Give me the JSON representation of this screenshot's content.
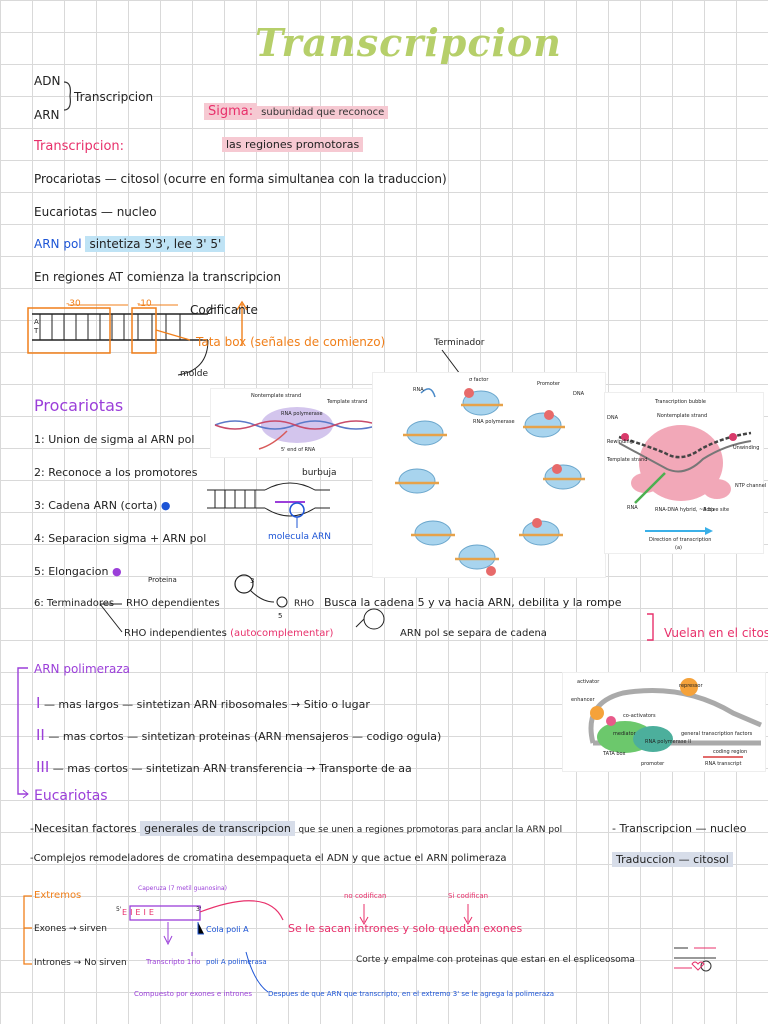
{
  "title": "Transcripcion",
  "top": {
    "adn": "ADN",
    "arn": "ARN",
    "transcripcion": "Transcripcion",
    "sigma_label": "Sigma:",
    "sigma_text": "subunidad que reconoce",
    "sigma_text2": "las regiones promotoras",
    "transcripcion_label": "Transcripcion:",
    "procariotas": "Procariotas — citosol (ocurre en forma simultanea con la traduccion)",
    "eucariotas": "Eucariotas — nucleo",
    "arn_pol": "ARN pol",
    "arn_pol_text": "sintetiza 5'3', lee 3' 5'",
    "regiones_at": "En regiones AT comienza la transcripcion"
  },
  "promoter": {
    "minus30": "-30",
    "minus10": "-10",
    "codificante": "Codificante",
    "tata": "Tata box (señales de comienzo)",
    "molde": "molde",
    "a": "A",
    "t": "T"
  },
  "procariotas": {
    "heading": "Procariotas",
    "steps": [
      "1: Union de sigma al ARN pol",
      "2: Reconoce a los promotores",
      "3: Cadena ARN (corta)",
      "4: Separacion sigma + ARN pol",
      "5: Elongacion"
    ],
    "terminadores": "6: Terminadores",
    "proteina": "Proteina",
    "rho_dep": "RHO dependientes",
    "rho_indep": "RHO independientes",
    "autocomp": "(autocomplementar)",
    "rho": "RHO",
    "busca": "Busca la cadena 5 y va hacia ARN, debilita y la rompe",
    "separa": "ARN pol se separa de cadena",
    "vuelan": "Vuelan en el citosol",
    "burbuja": "burbuja",
    "molecula": "molecula ARN",
    "terminador": "Terminador",
    "num3": "3",
    "num5": "5"
  },
  "polimerasa": {
    "heading": "ARN polimeraza",
    "items": [
      {
        "num": "I",
        "text": "— mas largos — sintetizan ARN ribosomales → Sitio o lugar"
      },
      {
        "num": "II",
        "text": "— mas cortos — sintetizan proteinas (ARN mensajeros — codigo ogula)"
      },
      {
        "num": "III",
        "text": "— mas cortos — sintetizan ARN transferencia → Transporte de aa"
      }
    ]
  },
  "eucariotas": {
    "heading": "Eucariotas",
    "line1a": "-Necesitan factores",
    "line1b": "generales de transcripcion",
    "line1c": "que se unen a regiones promotoras para anclar la ARN pol",
    "line2": "-Complejos remodeladores de cromatina desempaqueta el ADN y que actue el ARN polimeraza",
    "side1": "- Transcripcion — nucleo",
    "side2": "Traduccion — citosol"
  },
  "extremos": {
    "heading": "Extremos",
    "exones": "Exones → sirven",
    "intrones": "Intrones → No sirven",
    "caperuza": "Caperuza (7 metil guanosina)",
    "no_cod": "no codifican",
    "si_cod": "Si codifican",
    "se_le_sacan": "Se le sacan intrones y solo quedan exones",
    "corte": "Corte y empalme con proteinas que estan en el espliceosoma",
    "cola": "Cola poli A",
    "transcripto": "Transcripto 1rio",
    "poli_a": "poli A polimerasa",
    "compuesto": "Compuesto por exones e intrones",
    "despues": "Despues de que ARN que transcripto, en el extremo 3' se le agrega la polimeraza",
    "e": "E",
    "i": "I",
    "p5": "5'",
    "p3": "3'"
  },
  "figures": {
    "dna_labels": [
      "Nontemplate strand",
      "Template strand",
      "RNA polymerase",
      "5' end of RNA"
    ],
    "cycle_labels": [
      "σ factor",
      "Promoter",
      "DNA",
      "RNA polymerase",
      "RNA"
    ],
    "bubble_labels": [
      "Transcription bubble",
      "Nontemplate strand",
      "DNA",
      "Template strand",
      "Rewinding",
      "Unwinding",
      "NTP channel",
      "RNA",
      "RNA-DNA hybrid, ~8 bp",
      "Active site",
      "Direction of transcription",
      "(a)"
    ],
    "euk_labels": [
      "activator",
      "enhancer",
      "mediator",
      "repressor",
      "co-activators",
      "general transcription factors",
      "RNA polymerase II",
      "TATA box",
      "promoter",
      "RNA transcript",
      "coding region"
    ]
  }
}
